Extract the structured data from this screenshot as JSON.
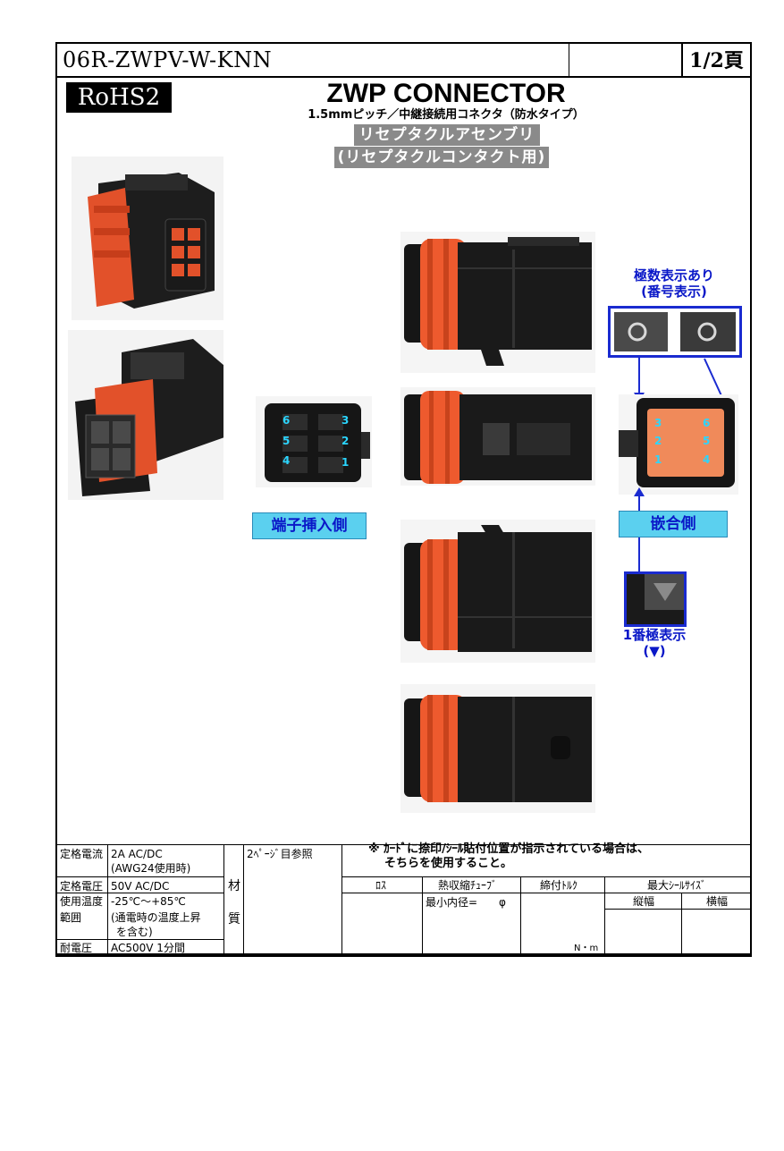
{
  "header": {
    "part_number": "06R-ZWPV-W-KNN",
    "page": "1/2頁"
  },
  "badge": {
    "rohs": "RoHS2"
  },
  "title": {
    "main": "ZWP CONNECTOR",
    "subtitle": "1.5mmピッチ／中継接続用コネクタ（防水タイプ）",
    "type_line1": "リセプタクルアセンブリ",
    "type_line2": "(リセプタクルコンタクト用)"
  },
  "annotations": {
    "pole_display_1": "極数表示あり",
    "pole_display_2": "(番号表示)",
    "terminal_side": "端子挿入側",
    "mating_side": "嵌合側",
    "pin1_mark_1": "1番極表示",
    "pin1_mark_2": "(▼)"
  },
  "terminal_numbers": [
    "6",
    "3",
    "5",
    "2",
    "4",
    "1"
  ],
  "mating_numbers": [
    "3",
    "6",
    "2",
    "5",
    "1",
    "4"
  ],
  "spec_table": {
    "rated_current_label": "定格電流",
    "rated_current_value_1": "2A AC/DC",
    "rated_current_value_2": "(AWG24使用時)",
    "rated_voltage_label": "定格電圧",
    "rated_voltage_value": "50V AC/DC",
    "temp_label_1": "使用温度",
    "temp_label_2": "範囲",
    "temp_value_1": "-25℃～+85℃",
    "temp_value_2": "(通電時の温度上昇",
    "temp_value_3": "を含む)",
    "withstand_label": "耐電圧",
    "withstand_value": "AC500V 1分間",
    "material_label_1": "材",
    "material_label_2": "質",
    "material_value": "2ﾍﾟｰｼﾞ目参照",
    "note_line1": "※ ｶｰﾄﾞに捺印/ｼｰﾙ貼付位置が指示されている場合は、",
    "note_line2": "そちらを使用すること。",
    "col_loss": "ﾛｽ",
    "col_heat_shrink": "熱収縮ﾁｭｰﾌﾞ",
    "col_torque": "締付ﾄﾙｸ",
    "col_max_seal": "最大ｼｰﾙｻｲｽﾞ",
    "col_height": "縦幅",
    "col_width": "横幅",
    "min_inner_dia": "最小内径=　　φ",
    "torque_unit": "N・m"
  },
  "colors": {
    "seal_orange": "#ee5a2e",
    "accent_blue": "#1a2bd0",
    "label_cyan": "#5bd0ef"
  }
}
